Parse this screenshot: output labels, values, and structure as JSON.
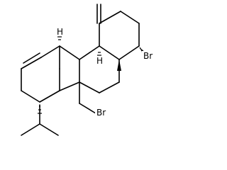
{
  "structure": {
    "atoms": {
      "br_top_right": "Br",
      "br_bottom": "Br",
      "h_stereo_left": "H",
      "h_stereo_mid": "H"
    }
  }
}
